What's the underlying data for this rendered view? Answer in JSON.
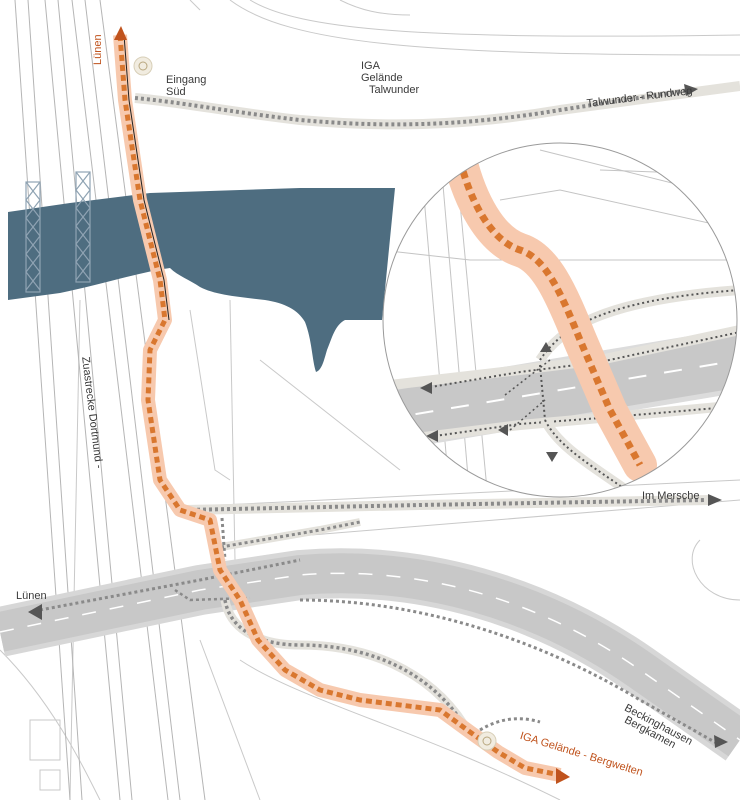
{
  "map": {
    "colors": {
      "background": "#ffffff",
      "river": "#4e6d80",
      "road": "#c8c8c8",
      "road_center": "#ffffff",
      "route_orange": "#d9772f",
      "route_orange_halo": "#f7c9ae",
      "path_grey": "#8a8a8a",
      "path_halo": "#e4e2dc",
      "linework": "#c4c4c4",
      "bridge_blue": "#8fa3b3",
      "arrow_dark": "#555555"
    },
    "labels": {
      "luenen_top": "Lünen",
      "eingang_line1": "Eingang",
      "eingang_line2": "Süd",
      "iga_line1": "IGA",
      "iga_line2": "Gelände",
      "iga_line3": "Talwunder",
      "talwunder_rundweg": "Talwunder - Rundweg",
      "zustrecke": "Zuastrecke Dortmund -",
      "im_mersche": "Im Mersche",
      "luenen_left": "Lünen",
      "beckinghausen_line1": "Beckinghausen",
      "beckinghausen_line2": "Bergkamen",
      "iga_bergwelten": "IGA Gelände - Bergwelten"
    },
    "icons": {
      "entrance_top": "circle-marker-icon",
      "entrance_bottom": "circle-marker-icon"
    }
  }
}
